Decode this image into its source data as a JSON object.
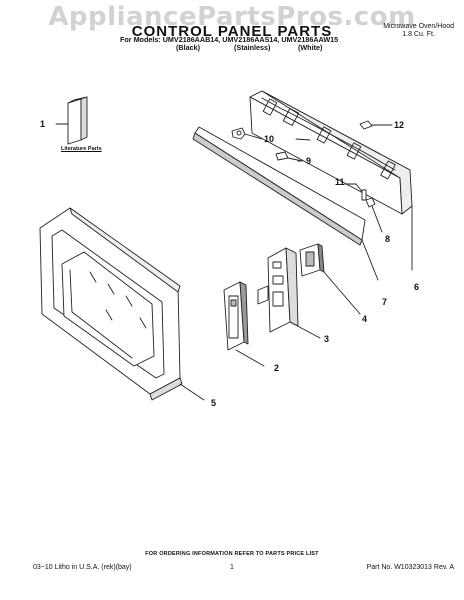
{
  "watermark": "AppliancePartsPros.com",
  "header": {
    "title": "CONTROL PANEL PARTS",
    "models_line": "For Models: UMV2186AAB14, UMV2186AAS14, UMV2186AAW15",
    "variants": [
      "(Black)",
      "(Stainless)",
      "(White)"
    ],
    "product_type": [
      "Microwave Oven/Hood",
      "1.8 Cu. Ft."
    ]
  },
  "labels": {
    "literature": "Literature Parts"
  },
  "callouts": [
    "1",
    "2",
    "3",
    "4",
    "5",
    "6",
    "7",
    "8",
    "9",
    "10",
    "11",
    "12"
  ],
  "footer": {
    "ordering_note": "FOR ORDERING INFORMATION REFER TO PARTS PRICE LIST",
    "litho": "03~10 Litho in U.S.A. (rek)(bay)",
    "page": "1",
    "part_no": "Part No. W10323013 Rev. A"
  }
}
